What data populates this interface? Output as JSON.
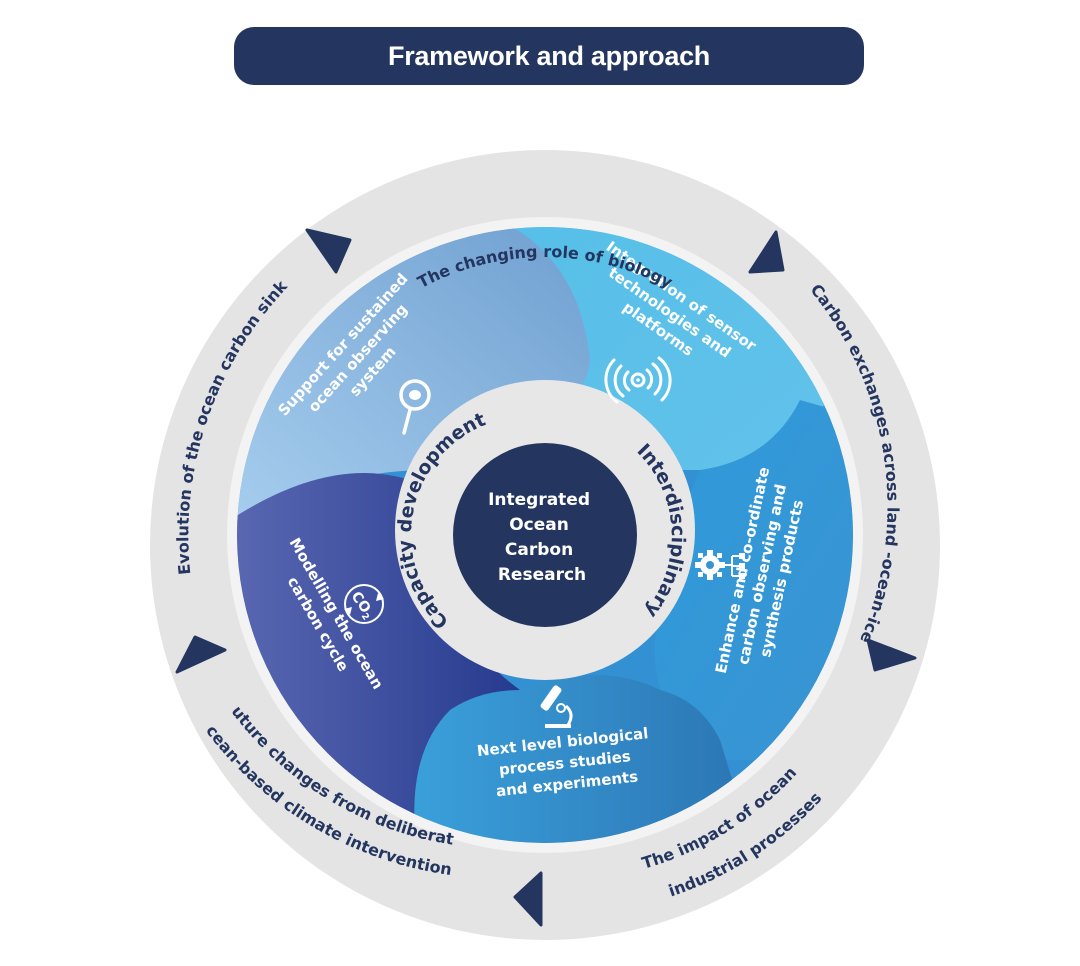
{
  "title": "Framework and approach",
  "center": {
    "lines": [
      "Integrated",
      "Ocean",
      "Carbon",
      "Research"
    ]
  },
  "inner_ring": {
    "left": "Capacity development",
    "right": "Interdisciplinary"
  },
  "lobes": [
    {
      "id": "observing",
      "lines": [
        "Support for sustained",
        "ocean observing",
        "system"
      ],
      "icon": "magnifier-eye-icon",
      "color": "#7fb0dc"
    },
    {
      "id": "sensors",
      "lines": [
        "Integration of sensor",
        "technologies and",
        "platforms"
      ],
      "icon": "signal-broadcast-icon",
      "color": "#5bbde6"
    },
    {
      "id": "synthesis",
      "lines": [
        "Enhance and co-ordinate",
        "carbon observing  and",
        "synthesis products"
      ],
      "icon": "gear-network-icon",
      "color": "#3d9ad8"
    },
    {
      "id": "biology",
      "lines": [
        "Next level biological",
        "process studies",
        "and experiments"
      ],
      "icon": "microscope-icon",
      "color": "#2f8ccc"
    },
    {
      "id": "modelling",
      "lines": [
        "Modelling the ocean",
        "carbon cycle"
      ],
      "icon": "co2-cycle-icon",
      "color": "#34449a"
    }
  ],
  "outer_ring": [
    {
      "id": "biology-role",
      "lines": [
        "The changing role of biology"
      ]
    },
    {
      "id": "carbon-exchanges",
      "lines": [
        "Carbon exchanges across land -ocean-ice"
      ]
    },
    {
      "id": "industrial",
      "lines": [
        "The impact of ocean",
        "industrial processes"
      ]
    },
    {
      "id": "interventions",
      "lines": [
        "Future changes from deliberate",
        "ocean-based  climate interventions"
      ]
    },
    {
      "id": "carbon-sink",
      "lines": [
        "Evolution of the ocean carbon sink"
      ]
    }
  ],
  "colors": {
    "navy": "#24365f",
    "outer_ring": "#e3e3e4",
    "inner_ring": "#e6e6e7"
  }
}
